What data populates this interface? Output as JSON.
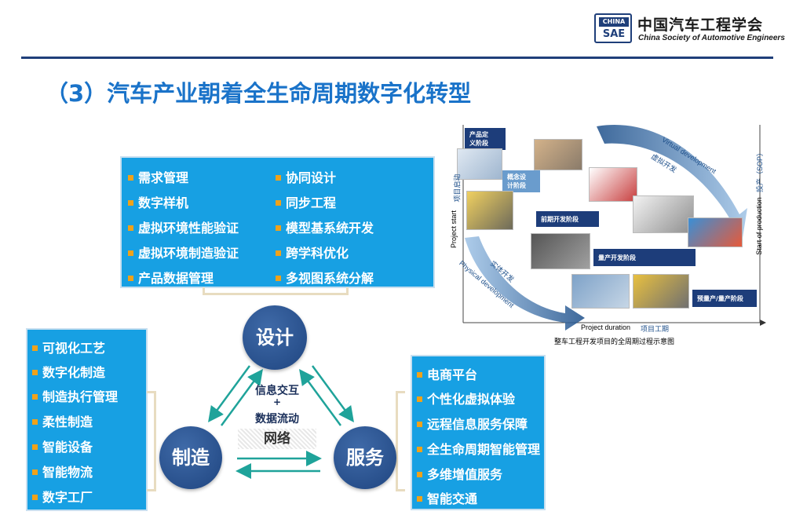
{
  "header": {
    "logo_top": "CHINA",
    "logo_bottom": "SAE",
    "org_name_cn": "中国汽车工程学会",
    "org_name_en": "China Society of Automotive Engineers"
  },
  "title": "（3）汽车产业朝着全生命周期数字化转型",
  "design_panel": {
    "left_items": [
      "需求管理",
      "数字样机",
      "虚拟环境性能验证",
      "虚拟环境制造验证",
      "产品数据管理"
    ],
    "right_items": [
      "协同设计",
      "同步工程",
      "模型基系统开发",
      "跨学科优化",
      "多视图系统分解"
    ]
  },
  "manufacturing_panel": {
    "items": [
      "可视化工艺",
      "数字化制造",
      "制造执行管理",
      "柔性制造",
      "智能设备",
      "智能物流",
      "数字工厂"
    ]
  },
  "service_panel": {
    "items": [
      "电商平台",
      "个性化虚拟体验",
      "远程信息服务保障",
      "全生命周期智能管理",
      "多维增值服务",
      "智能交通"
    ]
  },
  "cycle": {
    "design": "设计",
    "manufacturing": "制造",
    "service": "服务",
    "center_line1": "信息交互",
    "center_plus": "+",
    "center_line2": "数据流动",
    "network": "网络"
  },
  "lifecycle_diagram": {
    "y_axis_en": "Project start",
    "y_axis_cn": "项目启动",
    "x_axis_en": "Project duration",
    "x_axis_cn": "项目工期",
    "right_axis_en": "Start of production",
    "right_axis_cn": "投产（SOP）",
    "virtual_en": "Virtual development",
    "virtual_cn": "虚拟开发",
    "physical_en": "Physical development",
    "physical_cn": "实体开发",
    "phases": [
      "产品定义阶段",
      "概念设计阶段",
      "前期开发阶段",
      "量产开发阶段",
      "预量产/量产阶段"
    ],
    "phase1_lines": [
      "产品定",
      "义阶段"
    ],
    "phase2_lines": [
      "概念设",
      "计阶段"
    ],
    "caption": "整车工程开发项目的全周期过程示意图"
  },
  "colors": {
    "title_blue": "#1a73c9",
    "panel_blue": "#17a0e3",
    "bullet_orange": "#f0a21a",
    "navy": "#1f3f7a",
    "arrow_teal": "#1fa39a"
  }
}
